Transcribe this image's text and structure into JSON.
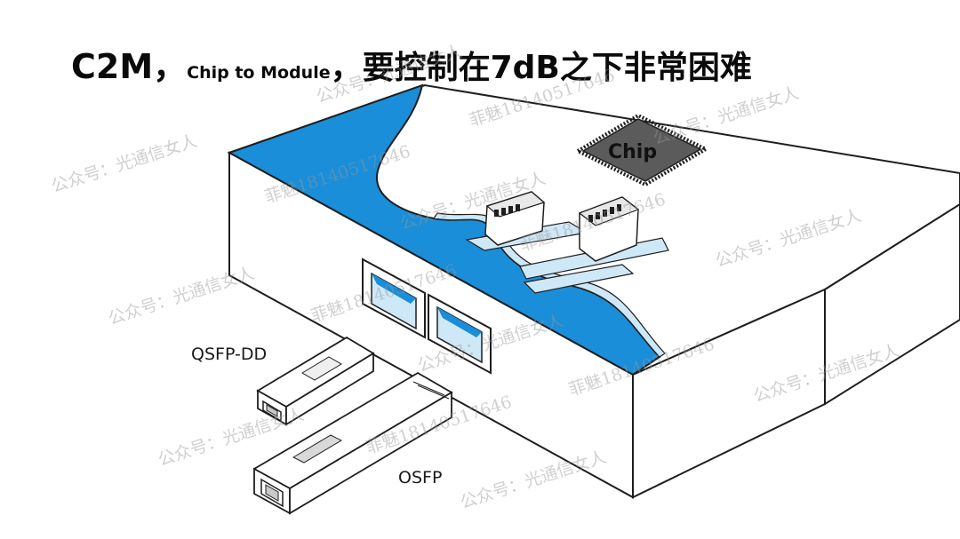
{
  "title": {
    "part1": "C2M，",
    "part2": "Chip to Module",
    "part3": "，要控制在7dB之下非常困难"
  },
  "labels": {
    "chip": "Chip",
    "qsfp_dd": "QSFP-DD",
    "osfp": "OSFP"
  },
  "watermarks": {
    "account": "公众号：光通信女人",
    "contact": "菲魅18140517646"
  },
  "colors": {
    "board_blue": "#1a8ed8",
    "light_blue": "#c9e6f6",
    "chip_gray": "#5b5b5b",
    "outline": "#1e1e1e"
  }
}
